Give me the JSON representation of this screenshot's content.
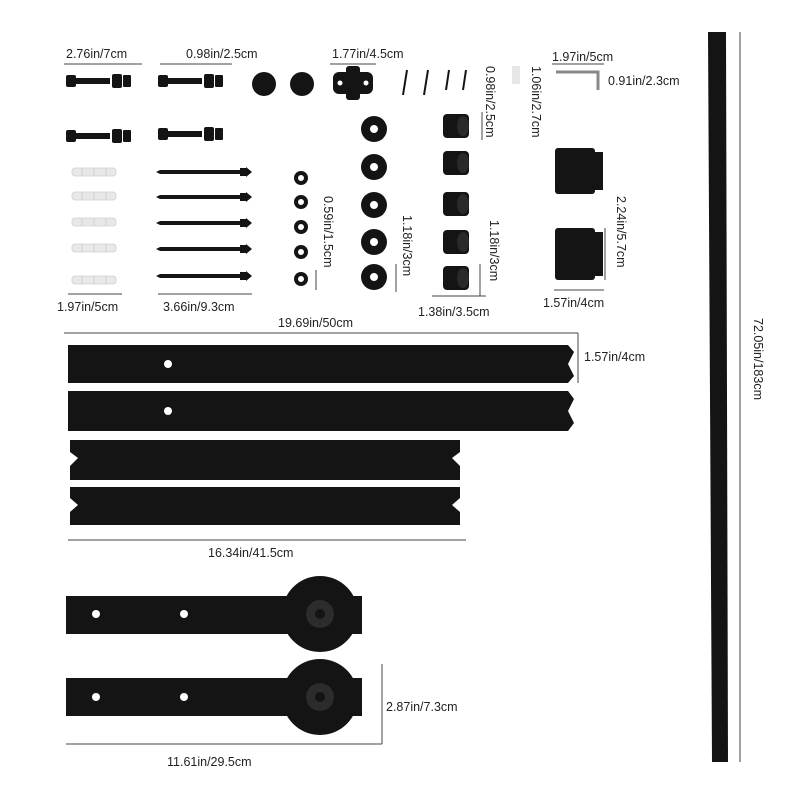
{
  "colors": {
    "part": "#141414",
    "plug": "#e8e8e8",
    "dim_line": "#444444",
    "label": "#222222"
  },
  "dimensions": {
    "bolt_length": "2.76in/7cm",
    "round_spacer": "0.98in/2.5cm",
    "anti_jump_block": "1.77in/4.5cm",
    "wrench_length": "1.97in/5cm",
    "wrench_height": "0.91in/2.3cm",
    "wall_plug_length": "1.97in/5cm",
    "lag_screw_length": "3.66in/9.3cm",
    "small_washer": "0.59in/1.5cm",
    "large_washer": "1.18in/3cm",
    "bushing_height": "0.98in/2.5cm",
    "tall_bushing_height": "1.18in/3cm",
    "bushing_width": "1.38in/3.5cm",
    "screw_height": "1.06in/2.7cm",
    "floor_guide_height": "2.24in/5.7cm",
    "floor_guide_width": "1.57in/4cm",
    "long_bar_length": "19.69in/50cm",
    "bar_width": "1.57in/4cm",
    "short_bar_length": "16.34in/41.5cm",
    "hanger_height": "2.87in/7.3cm",
    "hanger_length": "11.61in/29.5cm",
    "rail_length": "72.05in/183cm"
  }
}
